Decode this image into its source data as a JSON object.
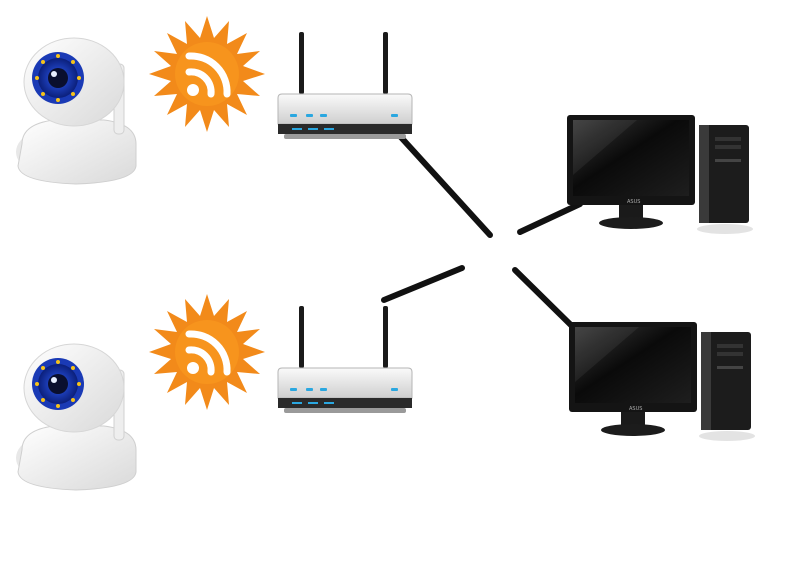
{
  "diagram": {
    "devices": [
      {
        "id": "camera-1",
        "type": "ip-camera",
        "icon": "camera-icon"
      },
      {
        "id": "wifi-1",
        "type": "wireless-signal",
        "icon": "wifi-signal-icon"
      },
      {
        "id": "router-1",
        "type": "wireless-router",
        "icon": "router-icon"
      },
      {
        "id": "camera-2",
        "type": "ip-camera",
        "icon": "camera-icon"
      },
      {
        "id": "wifi-2",
        "type": "wireless-signal",
        "icon": "wifi-signal-icon"
      },
      {
        "id": "router-2",
        "type": "wireless-router",
        "icon": "router-icon"
      },
      {
        "id": "computer-1",
        "type": "desktop-computer",
        "icon": "desktop-computer-icon"
      },
      {
        "id": "computer-2",
        "type": "desktop-computer",
        "icon": "desktop-computer-icon"
      }
    ],
    "connections": [
      {
        "from": "camera-1",
        "to": "router-1",
        "kind": "wireless"
      },
      {
        "from": "camera-2",
        "to": "router-2",
        "kind": "wireless"
      },
      {
        "from": "router-1",
        "to": "computer-2",
        "kind": "wired"
      },
      {
        "from": "router-2",
        "to": "computer-1",
        "kind": "wired"
      }
    ],
    "monitor_brand": "ASUS",
    "colors": {
      "background": "#ffffff",
      "camera_body": "#f2f2f2",
      "camera_lens_ring": "#1e3fbf",
      "signal_sun": "#f28a1a",
      "router_body": "#e6e6e6",
      "router_led": "#2aa7e0",
      "cable": "#111111",
      "monitor_bezel": "#1a1a1a",
      "tower": "#1c1c1c"
    }
  }
}
